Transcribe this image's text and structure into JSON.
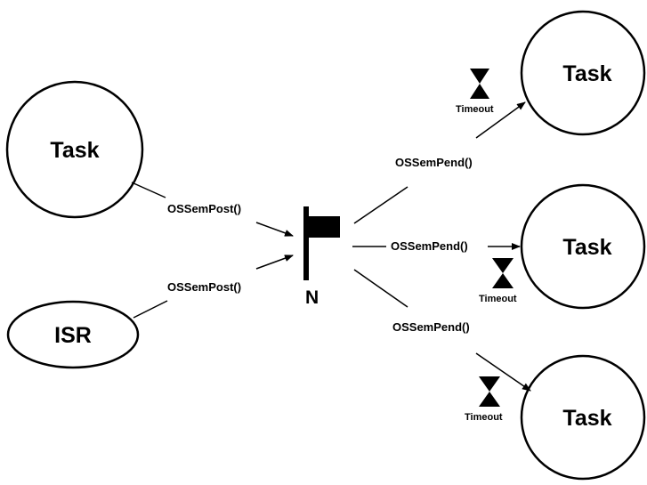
{
  "nodes": {
    "task_left": "Task",
    "isr": "ISR",
    "task_top_right": "Task",
    "task_middle_right": "Task",
    "task_bottom_right": "Task"
  },
  "semaphore": {
    "label": "N"
  },
  "calls": {
    "post_from_task": "OSSemPost()",
    "post_from_isr": "OSSemPost()",
    "pend_top": "OSSemPend()",
    "pend_middle": "OSSemPend()",
    "pend_bottom": "OSSemPend()"
  },
  "timeouts": {
    "top": "Timeout",
    "middle": "Timeout",
    "bottom": "Timeout"
  }
}
